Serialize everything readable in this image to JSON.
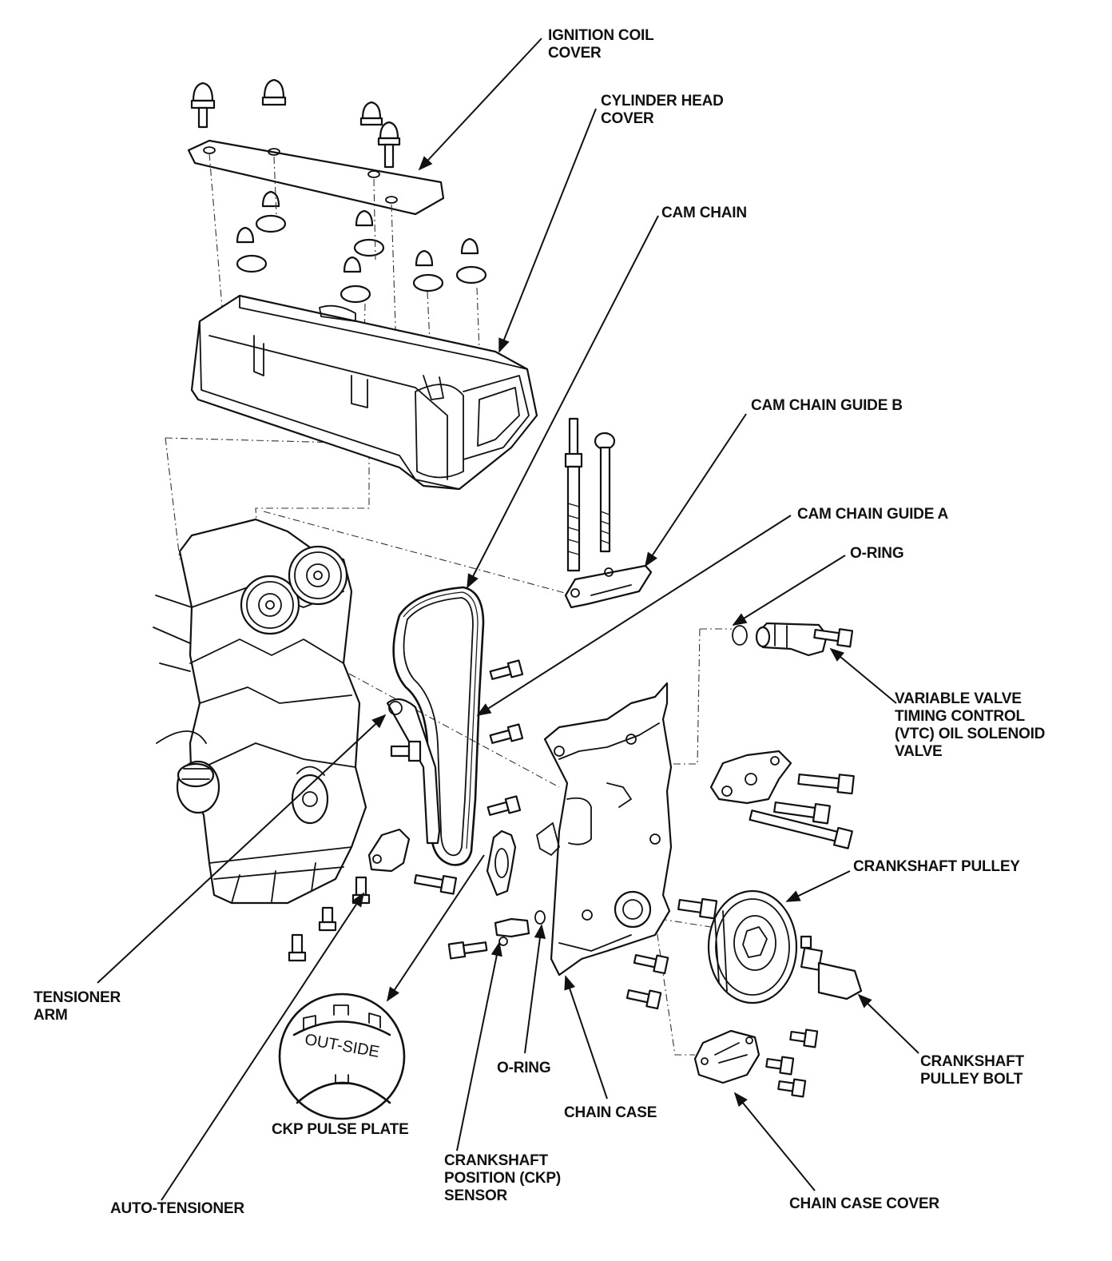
{
  "labels": {
    "ignition_coil_cover": [
      "IGNITION COIL",
      "COVER"
    ],
    "cylinder_head_cover": [
      "CYLINDER HEAD",
      "COVER"
    ],
    "cam_chain": "CAM CHAIN",
    "cam_chain_guide_b": "CAM CHAIN GUIDE B",
    "cam_chain_guide_a": "CAM CHAIN GUIDE A",
    "o_ring_top": "O-RING",
    "vtc_valve": [
      "VARIABLE VALVE",
      "TIMING CONTROL",
      "(VTC) OIL SOLENOID",
      "VALVE"
    ],
    "crankshaft_pulley": "CRANKSHAFT PULLEY",
    "crankshaft_pulley_bolt": [
      "CRANKSHAFT",
      "PULLEY BOLT"
    ],
    "tensioner_arm": [
      "TENSIONER",
      "ARM"
    ],
    "o_ring_bottom": "O-RING",
    "chain_case": "CHAIN CASE",
    "ckp_pulse_plate": "CKP PULSE PLATE",
    "ckp_sensor": [
      "CRANKSHAFT",
      "POSITION (CKP)",
      "SENSOR"
    ],
    "auto_tensioner": "AUTO-TENSIONER",
    "chain_case_cover": "CHAIN CASE COVER"
  },
  "pulse_plate_marking": "OUT-SIDE"
}
